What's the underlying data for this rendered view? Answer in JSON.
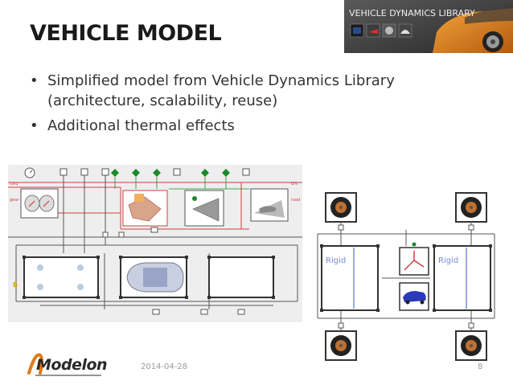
{
  "slide": {
    "title": "VEHICLE MODEL",
    "bullets": [
      "Simplified model from Vehicle Dynamics Library (architecture, scalability, reuse)",
      "Additional thermal effects"
    ]
  },
  "banner": {
    "text": "VEHICLE DYNAMICS LIBRARY"
  },
  "diagram_left": {
    "labels": {
      "torque": "torq",
      "gear": "gear",
      "brake": "brk",
      "road": "road",
      "b": "B"
    }
  },
  "diagram_right": {
    "rigid_left": "Rigid",
    "rigid_right": "Rigid"
  },
  "footer": {
    "logo": "Modelon",
    "date": "2014-04-28",
    "page": "8"
  },
  "colors": {
    "accent_orange": "#e07a1a",
    "wire_red": "#d04040",
    "wire_gray": "#555555",
    "connector_green": "#1a8a2a",
    "rigid_blue": "#7a8ad8"
  }
}
